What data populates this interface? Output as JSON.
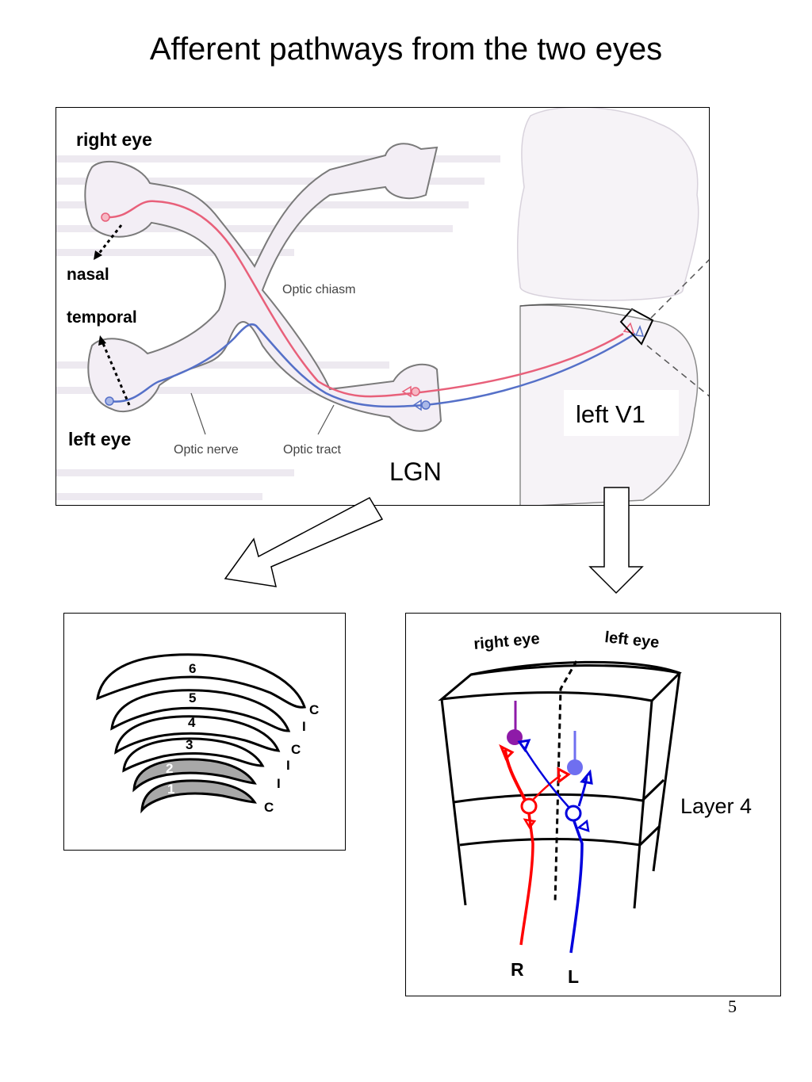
{
  "title": "Afferent pathways from the two eyes",
  "pathway": {
    "right_eye": "right eye",
    "left_eye": "left eye",
    "nasal": "nasal",
    "temporal": "temporal",
    "optic_chiasm": "Optic chiasm",
    "optic_nerve": "Optic nerve",
    "optic_tract": "Optic tract",
    "lgn": "LGN",
    "left_v1": "left V1"
  },
  "lgn_layers": {
    "numbers": [
      "6",
      "5",
      "4",
      "3",
      "2",
      "1"
    ],
    "side_labels": [
      "C",
      "I",
      "C",
      "I",
      "I",
      "C"
    ]
  },
  "cortex": {
    "right_eye": "right eye",
    "left_eye": "left eye",
    "layer": "Layer 4",
    "right_input": "R",
    "left_input": "L"
  },
  "page_number": "5",
  "colors": {
    "right_eye_path": "#e8607a",
    "left_eye_path": "#5570c8",
    "right_cell": "#ff0000",
    "left_cell": "#0000dd",
    "purple_cell": "#8e1aa8",
    "blue_cell": "#6f6ff0",
    "lgn_gray_layers": "#a8a8a8"
  }
}
